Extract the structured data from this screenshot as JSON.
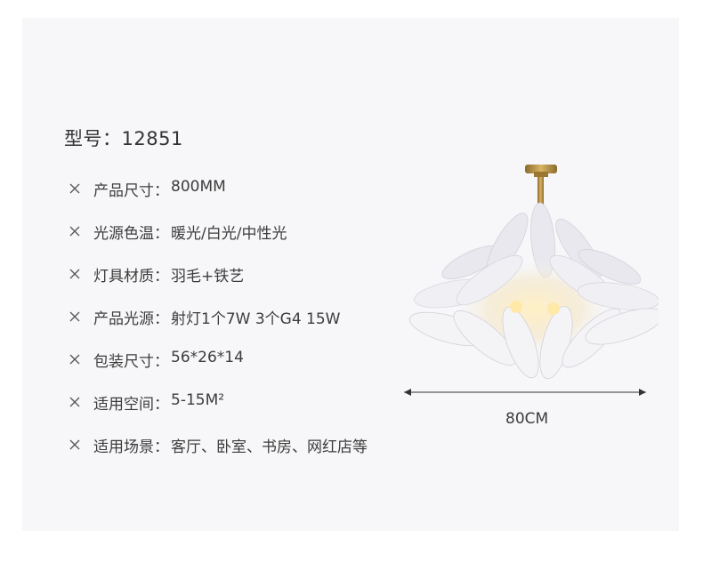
{
  "model": {
    "label": "型号：",
    "value": "12851"
  },
  "specs": [
    {
      "label": "产品尺寸：",
      "value": "800MM"
    },
    {
      "label": "光源色温：",
      "value": "暖光/白光/中性光"
    },
    {
      "label": "灯具材质：",
      "value": "羽毛+铁艺"
    },
    {
      "label": "产品光源：",
      "value": "射灯1个7W 3个G4 15W"
    },
    {
      "label": "包装尺寸：",
      "value": "56*26*14"
    },
    {
      "label": "适用空间：",
      "value": "5-15M²"
    },
    {
      "label": "适用场景：",
      "value": "客厅、卧室、书房、网红店等"
    }
  ],
  "dimension": "80CM",
  "colors": {
    "text": "#3c3c3c",
    "panel": "#f7f7f9",
    "brass": "#b08a3e",
    "feather": "#eeeef2",
    "glow": "#fff0c8"
  },
  "icons": {
    "bullet": "close-icon"
  }
}
